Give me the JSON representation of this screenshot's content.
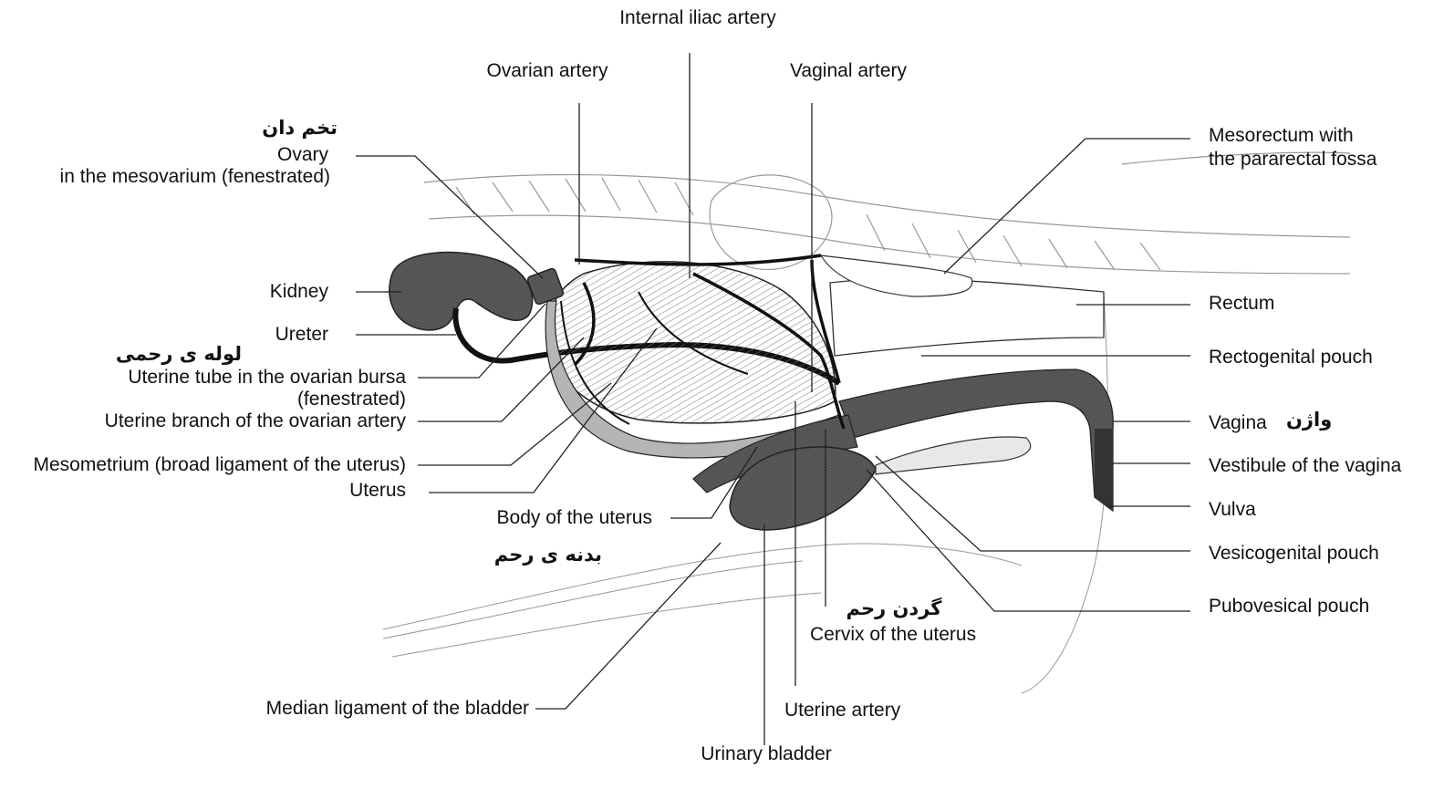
{
  "labels": {
    "internal_iliac_artery": "Internal iliac artery",
    "ovarian_artery": "Ovarian artery",
    "vaginal_artery": "Vaginal artery",
    "ovary_fa": "تخم دان",
    "ovary": "Ovary",
    "ovary_sub": "in the mesovarium (fenestrated)",
    "kidney": "Kidney",
    "ureter": "Ureter",
    "uterine_tube_fa": "لوله ی رحمی",
    "uterine_tube": "Uterine tube in the ovarian bursa",
    "uterine_tube_sub": "(fenestrated)",
    "uterine_branch": "Uterine branch of the ovarian artery",
    "mesometrium": "Mesometrium (broad ligament of the uterus)",
    "uterus": "Uterus",
    "body_uterus": "Body of the uterus",
    "body_uterus_fa": "بدنه ی رحم",
    "median_ligament": "Median ligament of the bladder",
    "urinary_bladder": "Urinary bladder",
    "uterine_artery": "Uterine artery",
    "cervix_fa": "گردن رحم",
    "cervix": "Cervix of the uterus",
    "mesorectum": "Mesorectum with",
    "mesorectum_sub": "the pararectal fossa",
    "rectum": "Rectum",
    "rectogenital": "Rectogenital pouch",
    "vagina": "Vagina",
    "vagina_fa": "واژن",
    "vestibule": "Vestibule of the vagina",
    "vulva": "Vulva",
    "vesicogenital": "Vesicogenital pouch",
    "pubovesical": "Pubovesical pouch"
  },
  "colors": {
    "organ_dark": "#555555",
    "line": "#222222",
    "vessel": "#111111",
    "background": "#ffffff"
  }
}
